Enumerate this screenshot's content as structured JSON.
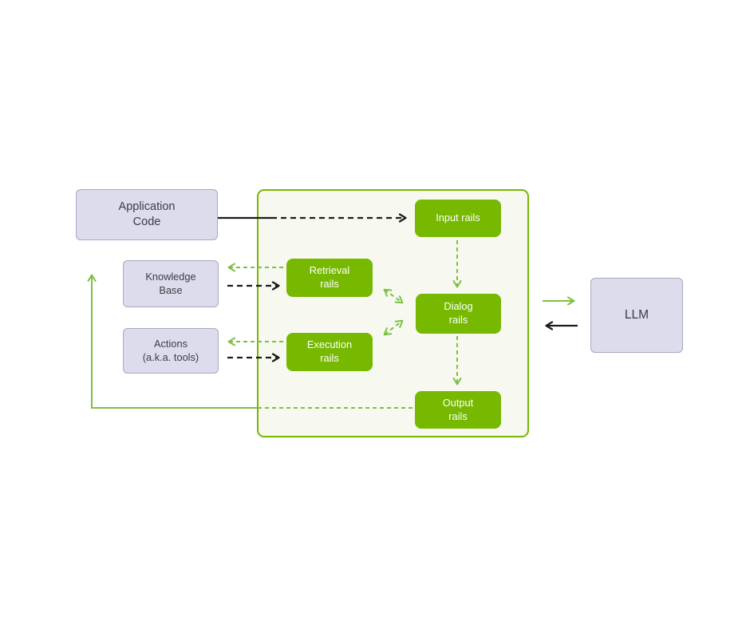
{
  "colors": {
    "background": "#ffffff",
    "green_box": "#76b900",
    "green_line": "#7cc142",
    "container_fill": "#f7f8ef",
    "container_border": "#76b900",
    "lavender_fill": "#dcdcec",
    "lavender_border": "#a8a8c2",
    "black_line": "#1c1c1c",
    "box_text_dark": "#3d3d46",
    "box_text_light": "#ffffff"
  },
  "boxes": {
    "application_code": {
      "label": "Application\nCode"
    },
    "knowledge_base": {
      "label": "Knowledge\nBase"
    },
    "actions": {
      "label": "Actions\n(a.k.a. tools)"
    },
    "llm": {
      "label": "LLM"
    },
    "input_rails": {
      "label": "Input rails"
    },
    "retrieval_rails": {
      "label": "Retrieval\nrails"
    },
    "execution_rails": {
      "label": "Execution\nrails"
    },
    "dialog_rails": {
      "label": "Dialog\nrails"
    },
    "output_rails": {
      "label": "Output\nrails"
    }
  }
}
